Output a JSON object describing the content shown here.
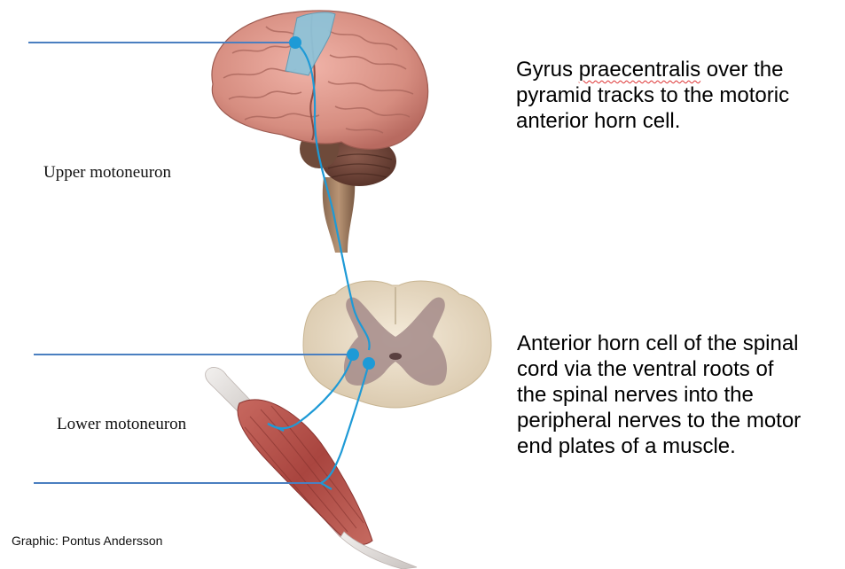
{
  "labels": {
    "upper": "Upper motoneuron",
    "lower": "Lower motoneuron"
  },
  "description_top": {
    "line1_word1": "Gyrus",
    "line1_word2": "praecentralis",
    "line1_rest": "over the",
    "line2": "pyramid tracks to the motoric",
    "line3": "anterior horn cell."
  },
  "description_bottom": {
    "lines": [
      "Anterior horn cell of the spinal",
      "cord via the ventral roots of",
      "the spinal nerves into the",
      "peripheral nerves to the motor",
      "end plates of a muscle."
    ]
  },
  "credit": "Graphic: Pontus Andersson",
  "colors": {
    "pointer_line": "#4a7fc0",
    "neuron_path": "#1e9ad6",
    "brain": "#d9968a",
    "motor_cortex": "#8ec1d6",
    "spinal_white": "#efe3cf",
    "spinal_gray": "#a98d8c",
    "muscle": "#b0504c"
  },
  "icons": {
    "brain": "brain-illustration",
    "spinal_cord": "spinal-cord-cross-section",
    "muscle": "muscle-illustration"
  }
}
